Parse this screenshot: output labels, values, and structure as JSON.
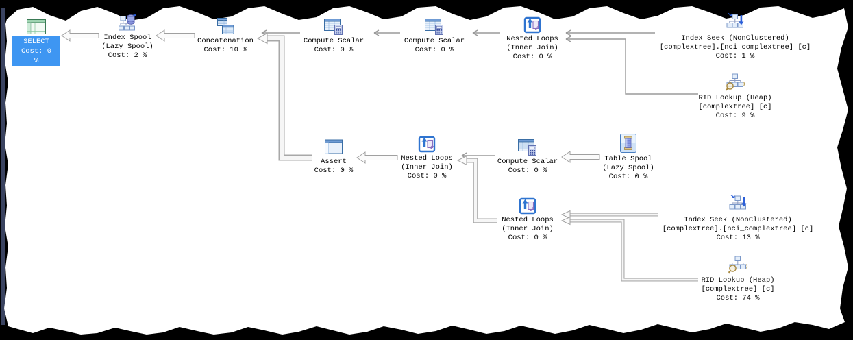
{
  "diagram_type": "sql-server-execution-plan",
  "colors": {
    "background": "#ffffff",
    "torn_border": "#000000",
    "select_highlight": "#3e96f2",
    "select_highlight_text": "#ffffff",
    "arrow_outline": "#a0a0a0",
    "text": "#000000"
  },
  "nodes": [
    {
      "id": "select",
      "icon": "result-grid-icon",
      "lines": [
        "SELECT",
        "Cost: 0 %"
      ],
      "highlighted": true
    },
    {
      "id": "index-spool",
      "icon": "index-spool-icon",
      "lines": [
        "Index Spool",
        "(Lazy Spool)",
        "Cost: 2 %"
      ]
    },
    {
      "id": "concatenation",
      "icon": "concatenation-icon",
      "lines": [
        "Concatenation",
        "Cost: 10 %"
      ]
    },
    {
      "id": "compute-scalar-1",
      "icon": "compute-scalar-icon",
      "lines": [
        "Compute Scalar",
        "Cost: 0 %"
      ]
    },
    {
      "id": "compute-scalar-2",
      "icon": "compute-scalar-icon",
      "lines": [
        "Compute Scalar",
        "Cost: 0 %"
      ]
    },
    {
      "id": "nested-loops-1",
      "icon": "nested-loops-icon",
      "lines": [
        "Nested Loops",
        "(Inner Join)",
        "Cost: 0 %"
      ]
    },
    {
      "id": "index-seek-1",
      "icon": "index-seek-icon",
      "lines": [
        "Index Seek (NonClustered)",
        "[complextree].[nci_complextree] [c]",
        "Cost: 1 %"
      ]
    },
    {
      "id": "rid-lookup-1",
      "icon": "rid-lookup-icon",
      "lines": [
        "RID Lookup (Heap)",
        "[complextree] [c]",
        "Cost: 9 %"
      ]
    },
    {
      "id": "assert",
      "icon": "assert-table-icon",
      "lines": [
        "Assert",
        "Cost: 0 %"
      ]
    },
    {
      "id": "nested-loops-2",
      "icon": "nested-loops-icon",
      "lines": [
        "Nested Loops",
        "(Inner Join)",
        "Cost: 0 %"
      ]
    },
    {
      "id": "compute-scalar-3",
      "icon": "compute-scalar-icon",
      "lines": [
        "Compute Scalar",
        "Cost: 0 %"
      ]
    },
    {
      "id": "table-spool",
      "icon": "table-spool-icon",
      "lines": [
        "Table Spool",
        "(Lazy Spool)",
        "Cost: 0 %"
      ]
    },
    {
      "id": "nested-loops-3",
      "icon": "nested-loops-icon",
      "lines": [
        "Nested Loops",
        "(Inner Join)",
        "Cost: 0 %"
      ]
    },
    {
      "id": "index-seek-2",
      "icon": "index-seek-icon",
      "lines": [
        "Index Seek (NonClustered)",
        "[complextree].[nci_complextree] [c]",
        "Cost: 13 %"
      ]
    },
    {
      "id": "rid-lookup-2",
      "icon": "rid-lookup-icon",
      "lines": [
        "RID Lookup (Heap)",
        "[complextree] [c]",
        "Cost: 74 %"
      ]
    }
  ],
  "edges": [
    {
      "from": "index-spool",
      "to": "select",
      "weight": "wide",
      "shape": "straight"
    },
    {
      "from": "concatenation",
      "to": "index-spool",
      "weight": "wide",
      "shape": "straight"
    },
    {
      "from": "compute-scalar-1",
      "to": "concatenation",
      "weight": "thin",
      "shape": "straight"
    },
    {
      "from": "assert",
      "to": "concatenation",
      "weight": "wide",
      "shape": "elbow"
    },
    {
      "from": "compute-scalar-2",
      "to": "compute-scalar-1",
      "weight": "thin",
      "shape": "straight"
    },
    {
      "from": "nested-loops-1",
      "to": "compute-scalar-2",
      "weight": "thin",
      "shape": "straight"
    },
    {
      "from": "index-seek-1",
      "to": "nested-loops-1",
      "weight": "thin",
      "shape": "straight"
    },
    {
      "from": "rid-lookup-1",
      "to": "nested-loops-1",
      "weight": "thin",
      "shape": "elbow"
    },
    {
      "from": "nested-loops-2",
      "to": "assert",
      "weight": "wide",
      "shape": "straight"
    },
    {
      "from": "compute-scalar-3",
      "to": "nested-loops-2",
      "weight": "thin",
      "shape": "straight"
    },
    {
      "from": "nested-loops-3",
      "to": "nested-loops-2",
      "weight": "wide",
      "shape": "elbow"
    },
    {
      "from": "table-spool",
      "to": "compute-scalar-3",
      "weight": "wide",
      "shape": "straight"
    },
    {
      "from": "index-seek-2",
      "to": "nested-loops-3",
      "weight": "medium",
      "shape": "straight"
    },
    {
      "from": "rid-lookup-2",
      "to": "nested-loops-3",
      "weight": "medium",
      "shape": "elbow"
    }
  ]
}
